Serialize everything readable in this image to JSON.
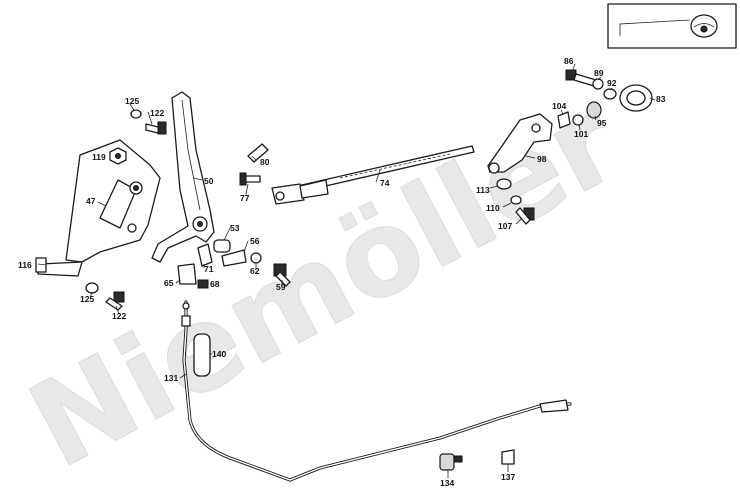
{
  "watermark": "Niemöller",
  "labels": {
    "l86": "86",
    "l89": "89",
    "l92": "92",
    "l83": "83",
    "l104": "104",
    "l95": "95",
    "l101": "101",
    "l98": "98",
    "l113": "113",
    "l110": "110",
    "l107": "107",
    "l125a": "125",
    "l122a": "122",
    "l80": "80",
    "l119": "119",
    "l50": "50",
    "l77": "77",
    "l74": "74",
    "l47": "47",
    "l53": "53",
    "l56": "56",
    "l71": "71",
    "l62": "62",
    "l116": "116",
    "l65": "65",
    "l68": "68",
    "l59": "59",
    "l125b": "125",
    "l122b": "122",
    "l140": "140",
    "l131": "131",
    "l134": "134",
    "l137": "137"
  },
  "colors": {
    "line": "#1a1a1a",
    "watermark": "#e8e8e8",
    "background": "#ffffff"
  },
  "icons": {
    "inset": "steering-wheel-icon"
  }
}
